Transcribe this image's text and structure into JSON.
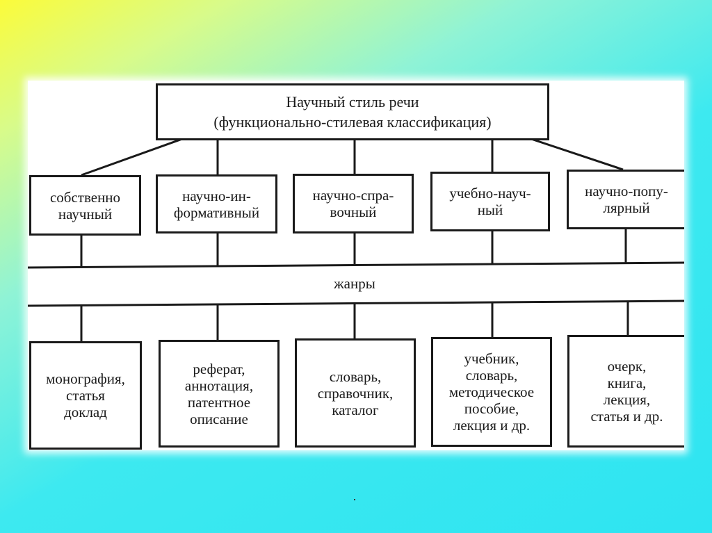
{
  "diagram": {
    "root": {
      "line1": "Научный стиль речи",
      "line2": "(функционально-стилевая классификация)"
    },
    "substyles": [
      {
        "label": "собственно\nнаучный"
      },
      {
        "label": "научно-ин-\nформативный"
      },
      {
        "label": "научно-спра-\nвочный"
      },
      {
        "label": "учебно-науч-\nный"
      },
      {
        "label": "научно-попу-\nлярный"
      }
    ],
    "genres_label": "жанры",
    "genre_boxes": [
      {
        "label": "монография,\nстатья\nдоклад"
      },
      {
        "label": "реферат,\nаннотация,\nпатентное\nописание"
      },
      {
        "label": "словарь,\nсправочник,\nкаталог"
      },
      {
        "label": "учебник,\nсловарь,\nметодическое\nпособие,\nлекция и др."
      },
      {
        "label": "очерк,\nкнига,\nлекция,\nстатья и др."
      }
    ]
  }
}
